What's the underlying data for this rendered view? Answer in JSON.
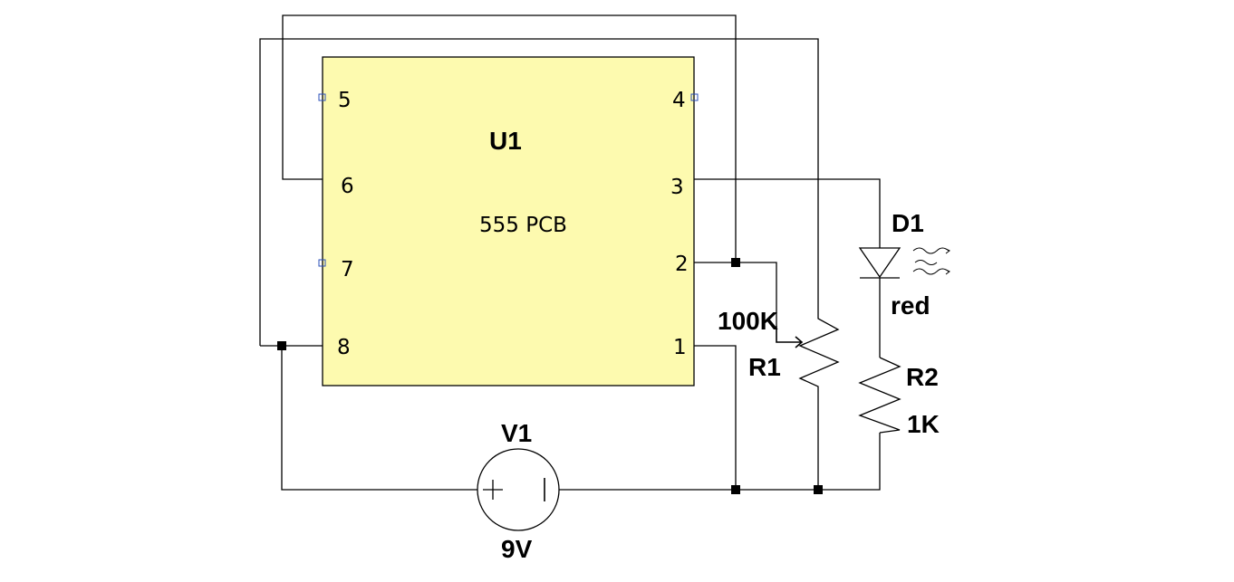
{
  "chip": {
    "ref": "U1",
    "part": "555 PCB",
    "body_color": "#fdfaaf",
    "pins": {
      "p1": "1",
      "p2": "2",
      "p3": "3",
      "p4": "4",
      "p5": "5",
      "p6": "6",
      "p7": "7",
      "p8": "8"
    }
  },
  "led": {
    "ref": "D1",
    "value": "red"
  },
  "pot": {
    "value": "100K",
    "ref": "R1"
  },
  "resistor": {
    "ref": "R2",
    "value": "1K"
  },
  "battery": {
    "ref": "V1",
    "value": "9V"
  },
  "colors": {
    "wire": "#000000",
    "pin_marker": "#2a4fb8"
  }
}
